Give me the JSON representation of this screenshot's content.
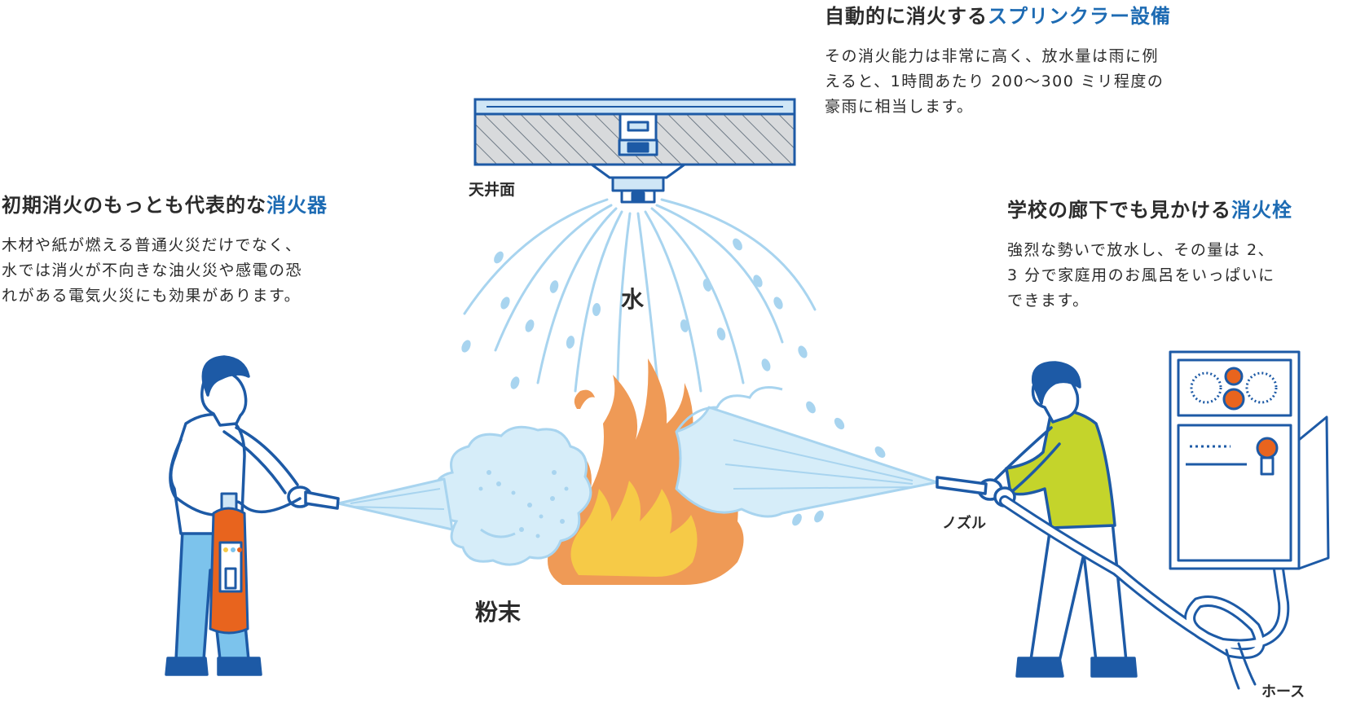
{
  "extinguisher": {
    "title_lead": "初期消火のもっとも代表的な",
    "title_accent": "消火器",
    "body": "木材や紙が燃える普通火災だけでなく、\n水では消火が不向きな油火災や感電の恐\nれがある電気火災にも効果があります。"
  },
  "sprinkler": {
    "title_lead": "自動的に消火する",
    "title_accent": "スプリンクラー設備",
    "body": "その消火能力は非常に高く、放水量は雨に例\nえると、1時間あたり 200〜300 ミリ程度の\n豪雨に相当します。"
  },
  "hydrant": {
    "title_lead": "学校の廊下でも見かける",
    "title_accent": "消火栓",
    "body": "強烈な勢いで放水し、その量は 2、\n3 分で家庭用のお風呂をいっぱいに\nできます。"
  },
  "labels": {
    "ceiling": "天井面",
    "water": "水",
    "powder": "粉末",
    "nozzle": "ノズル",
    "hose": "ホース"
  },
  "colors": {
    "accent": "#1d6bb3",
    "outline": "#1d5aa6",
    "water": "#a8d4ef",
    "flame_outer": "#ef9a56",
    "flame_inner": "#f6ca47",
    "extinguisher_body": "#e8641e",
    "sweater": "#c4d42b",
    "pants_left": "#7cc3ec"
  }
}
